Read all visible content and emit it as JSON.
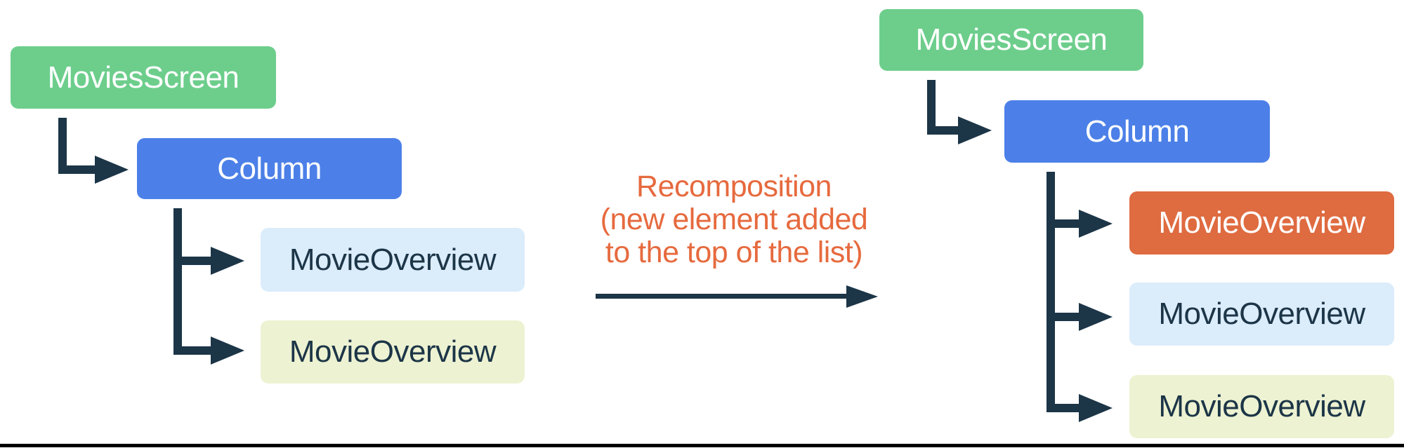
{
  "left_tree": {
    "nodes": [
      {
        "label": "MoviesScreen",
        "color": "green"
      },
      {
        "label": "Column",
        "color": "blue"
      },
      {
        "label": "MovieOverview",
        "color": "light_blue"
      },
      {
        "label": "MovieOverview",
        "color": "light_yellow"
      }
    ]
  },
  "right_tree": {
    "nodes": [
      {
        "label": "MoviesScreen",
        "color": "green"
      },
      {
        "label": "Column",
        "color": "blue"
      },
      {
        "label": "MovieOverview",
        "color": "orange"
      },
      {
        "label": "MovieOverview",
        "color": "light_blue"
      },
      {
        "label": "MovieOverview",
        "color": "light_yellow"
      }
    ]
  },
  "annotation": {
    "line1": "Recomposition",
    "line2": "(new element added",
    "line3": "to the top of the list)"
  },
  "colors": {
    "green": "#6DCE8C",
    "blue": "#4C80E8",
    "orange": "#DF6B40",
    "light_blue": "#DBECFB",
    "light_yellow": "#EDF2D2",
    "connector": "#1C3547",
    "annotation_text": "#E66A3E",
    "dark_label": "#1C3547",
    "bottom_bar": "#000000"
  }
}
